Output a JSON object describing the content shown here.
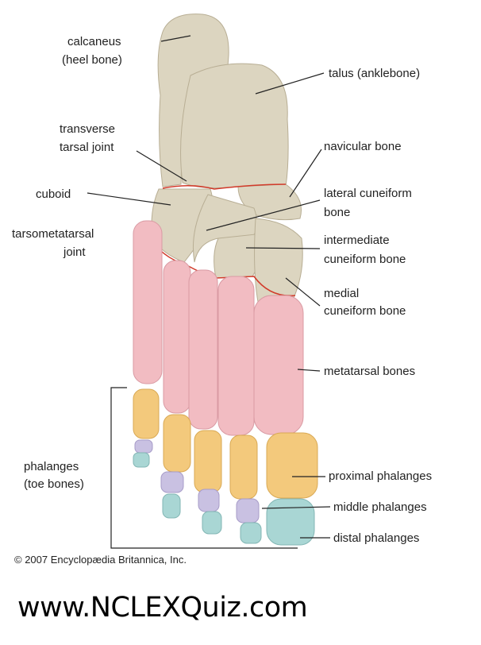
{
  "labels": {
    "calcaneus": [
      "calcaneus",
      "(heel bone)"
    ],
    "talus": "talus (anklebone)",
    "transverse": [
      "transverse",
      "tarsal joint"
    ],
    "navicular": "navicular bone",
    "cuboid": "cuboid",
    "lateral": [
      "lateral cuneiform",
      "bone"
    ],
    "tarsometatarsal": [
      "tarsometatarsal",
      "joint"
    ],
    "intermediate": [
      "intermediate",
      "cuneiform bone"
    ],
    "medial": [
      "medial",
      "cuneiform bone"
    ],
    "metatarsal": "metatarsal bones",
    "phalanges": [
      "phalanges",
      "(toe bones)"
    ],
    "proximal": "proximal phalanges",
    "middle": "middle phalanges",
    "distal": "distal phalanges"
  },
  "copyright": "© 2007 Encyclopædia Britannica, Inc.",
  "website": "www.NCLEXQuiz.com",
  "colors": {
    "tarsal": "#dcd5c0",
    "metatarsal": "#f2bcc2",
    "proximal": "#f3c97c",
    "middle": "#c9c1e2",
    "distal": "#a9d6d4",
    "joint": "#d23a2a"
  }
}
